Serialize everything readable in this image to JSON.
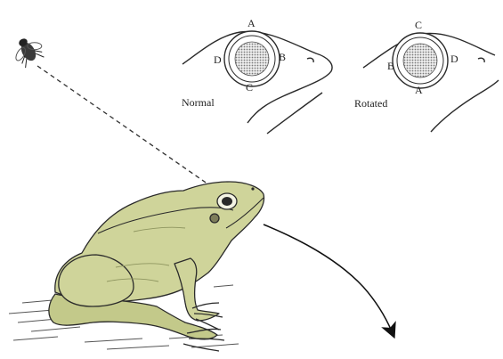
{
  "normal_panel": {
    "caption": "Normal",
    "label_top": "A",
    "label_left": "D",
    "label_right": "B",
    "label_bottom": "C"
  },
  "rotated_panel": {
    "caption": "Rotated",
    "label_top": "C",
    "label_left": "B",
    "label_right": "D",
    "label_bottom": "A"
  },
  "colors": {
    "frog_body": "#cfd49a",
    "frog_shadow": "#b8bf7c",
    "ink": "#2a2a2a",
    "eye_stipple": "#8a8a8a"
  }
}
